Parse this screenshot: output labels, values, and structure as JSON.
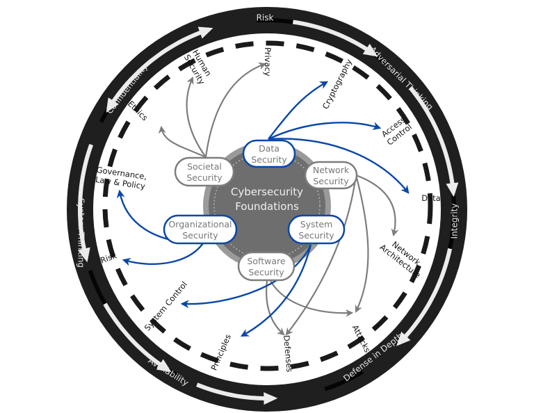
{
  "title": "Cybersecurity Foundations",
  "center": {
    "line1": "Cybersecurity",
    "line2": "Foundations"
  },
  "colors": {
    "outer_ring": "#1f1f1f",
    "ring_arrow": "#ececec",
    "dashed_ring": "#1a1a1a",
    "core": "#6e6e6e",
    "core_halo": "#9a9a9a",
    "blue": "#0a47a8",
    "gray": "#7d7d7d",
    "node_fill": "#ffffff"
  },
  "outer_ring_labels": [
    {
      "id": "risk",
      "text": "Risk"
    },
    {
      "id": "adversarial-thinking",
      "text": "Adversarial Thinking"
    },
    {
      "id": "integrity",
      "text": "Integrity"
    },
    {
      "id": "defense-in-depth",
      "text": "Defense in Depth"
    },
    {
      "id": "availability",
      "text": "Availability"
    },
    {
      "id": "system-thinking",
      "text": "System Thinking"
    },
    {
      "id": "confidentiality",
      "text": "Confidentiality"
    }
  ],
  "nodes": [
    {
      "id": "data-security",
      "line1": "Data",
      "line2": "Security",
      "style": "blue"
    },
    {
      "id": "network-security",
      "line1": "Network",
      "line2": "Security",
      "style": "gray"
    },
    {
      "id": "system-security",
      "line1": "System",
      "line2": "Security",
      "style": "blue"
    },
    {
      "id": "software-security",
      "line1": "Software",
      "line2": "Security",
      "style": "gray"
    },
    {
      "id": "organizational-security",
      "line1": "Organizational",
      "line2": "Security",
      "style": "blue"
    },
    {
      "id": "societal-security",
      "line1": "Societal",
      "line2": "Security",
      "style": "gray"
    }
  ],
  "topics": [
    {
      "id": "privacy",
      "lines": [
        "Privacy"
      ]
    },
    {
      "id": "human-security",
      "lines": [
        "Human",
        "Security"
      ]
    },
    {
      "id": "ethics",
      "lines": [
        "Ethics"
      ]
    },
    {
      "id": "cryptography",
      "lines": [
        "Cryptography"
      ]
    },
    {
      "id": "access-control",
      "lines": [
        "Access",
        "Control"
      ]
    },
    {
      "id": "data",
      "lines": [
        "Data"
      ]
    },
    {
      "id": "network-architecture",
      "lines": [
        "Network",
        "Architecture"
      ]
    },
    {
      "id": "attacks",
      "lines": [
        "Attacks"
      ]
    },
    {
      "id": "defenses",
      "lines": [
        "Defenses"
      ]
    },
    {
      "id": "principles",
      "lines": [
        "Principles"
      ]
    },
    {
      "id": "system-control",
      "lines": [
        "System Control"
      ]
    },
    {
      "id": "risk-topic",
      "lines": [
        "Risk"
      ]
    },
    {
      "id": "governance",
      "lines": [
        "Governance,",
        "Law & Policy"
      ]
    }
  ],
  "connections": [
    {
      "from": "societal-security",
      "to": "ethics",
      "style": "gray"
    },
    {
      "from": "societal-security",
      "to": "human-security",
      "style": "gray"
    },
    {
      "from": "societal-security",
      "to": "privacy",
      "style": "gray"
    },
    {
      "from": "data-security",
      "to": "cryptography",
      "style": "blue"
    },
    {
      "from": "data-security",
      "to": "access-control",
      "style": "blue"
    },
    {
      "from": "data-security",
      "to": "data",
      "style": "blue"
    },
    {
      "from": "network-security",
      "to": "network-architecture",
      "style": "gray"
    },
    {
      "from": "network-security",
      "to": "attacks",
      "style": "gray"
    },
    {
      "from": "network-security",
      "to": "defenses",
      "style": "gray"
    },
    {
      "from": "software-security",
      "to": "attacks",
      "style": "gray"
    },
    {
      "from": "software-security",
      "to": "defenses",
      "style": "gray"
    },
    {
      "from": "system-security",
      "to": "system-control",
      "style": "blue"
    },
    {
      "from": "system-security",
      "to": "principles",
      "style": "blue"
    },
    {
      "from": "organizational-security",
      "to": "governance",
      "style": "blue"
    },
    {
      "from": "organizational-security",
      "to": "risk-topic",
      "style": "blue"
    }
  ]
}
